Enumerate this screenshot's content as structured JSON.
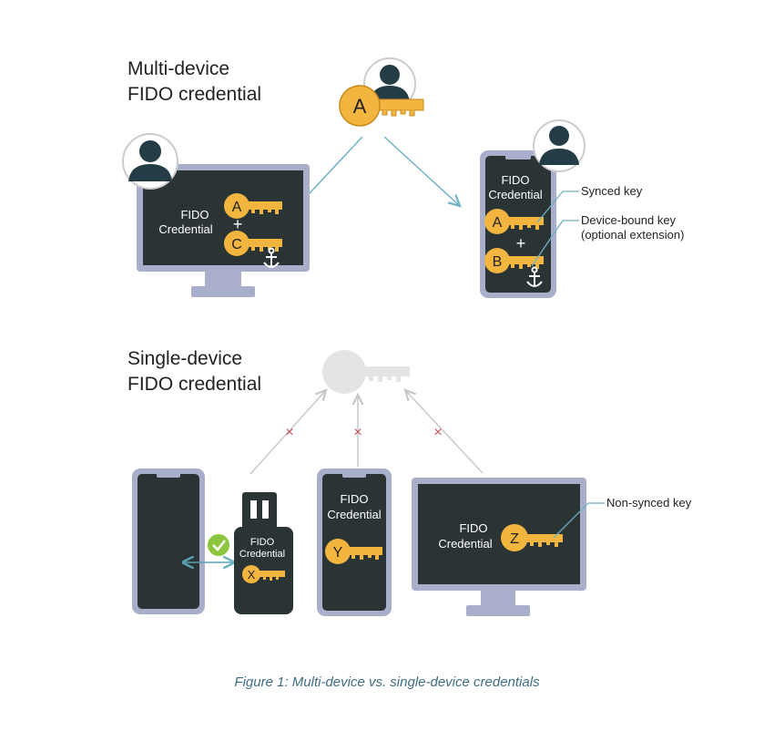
{
  "multi": {
    "title_line1": "Multi-device",
    "title_line2": "FIDO credential",
    "top_key_letter": "A",
    "desktop": {
      "cred_line1": "FIDO",
      "cred_line2": "Credential",
      "key1": "A",
      "plus": "+",
      "key2": "C"
    },
    "phone": {
      "cred_line1": "FIDO",
      "cred_line2": "Credential",
      "key1": "A",
      "plus": "+",
      "key2": "B"
    },
    "callout_synced": "Synced key",
    "callout_bound_line1": "Device-bound key",
    "callout_bound_line2": "(optional extension)"
  },
  "single": {
    "title_line1": "Single-device",
    "title_line2": "FIDO credential",
    "cross_mark": "×",
    "usb": {
      "cred_line1": "FIDO",
      "cred_line2": "Credential",
      "key": "X"
    },
    "phone": {
      "cred_line1": "FIDO",
      "cred_line2": "Credential",
      "key": "Y"
    },
    "desktop": {
      "cred_line1": "FIDO",
      "cred_line2": "Credential",
      "key": "Z"
    },
    "callout_nonsynced": "Non-synced key"
  },
  "caption": "Figure 1: Multi-device vs. single-device credentials",
  "colors": {
    "screen": "#2b3435",
    "frame": "#a9aecb",
    "key": "#f2b53f",
    "key_stroke": "#c98a1c",
    "arrow": "#6fb1c2",
    "gray_arrow": "#c6c6c6",
    "cross": "#c05257",
    "check": "#8cc63f",
    "caption": "#3f6e84",
    "avatar": "#233c45"
  }
}
